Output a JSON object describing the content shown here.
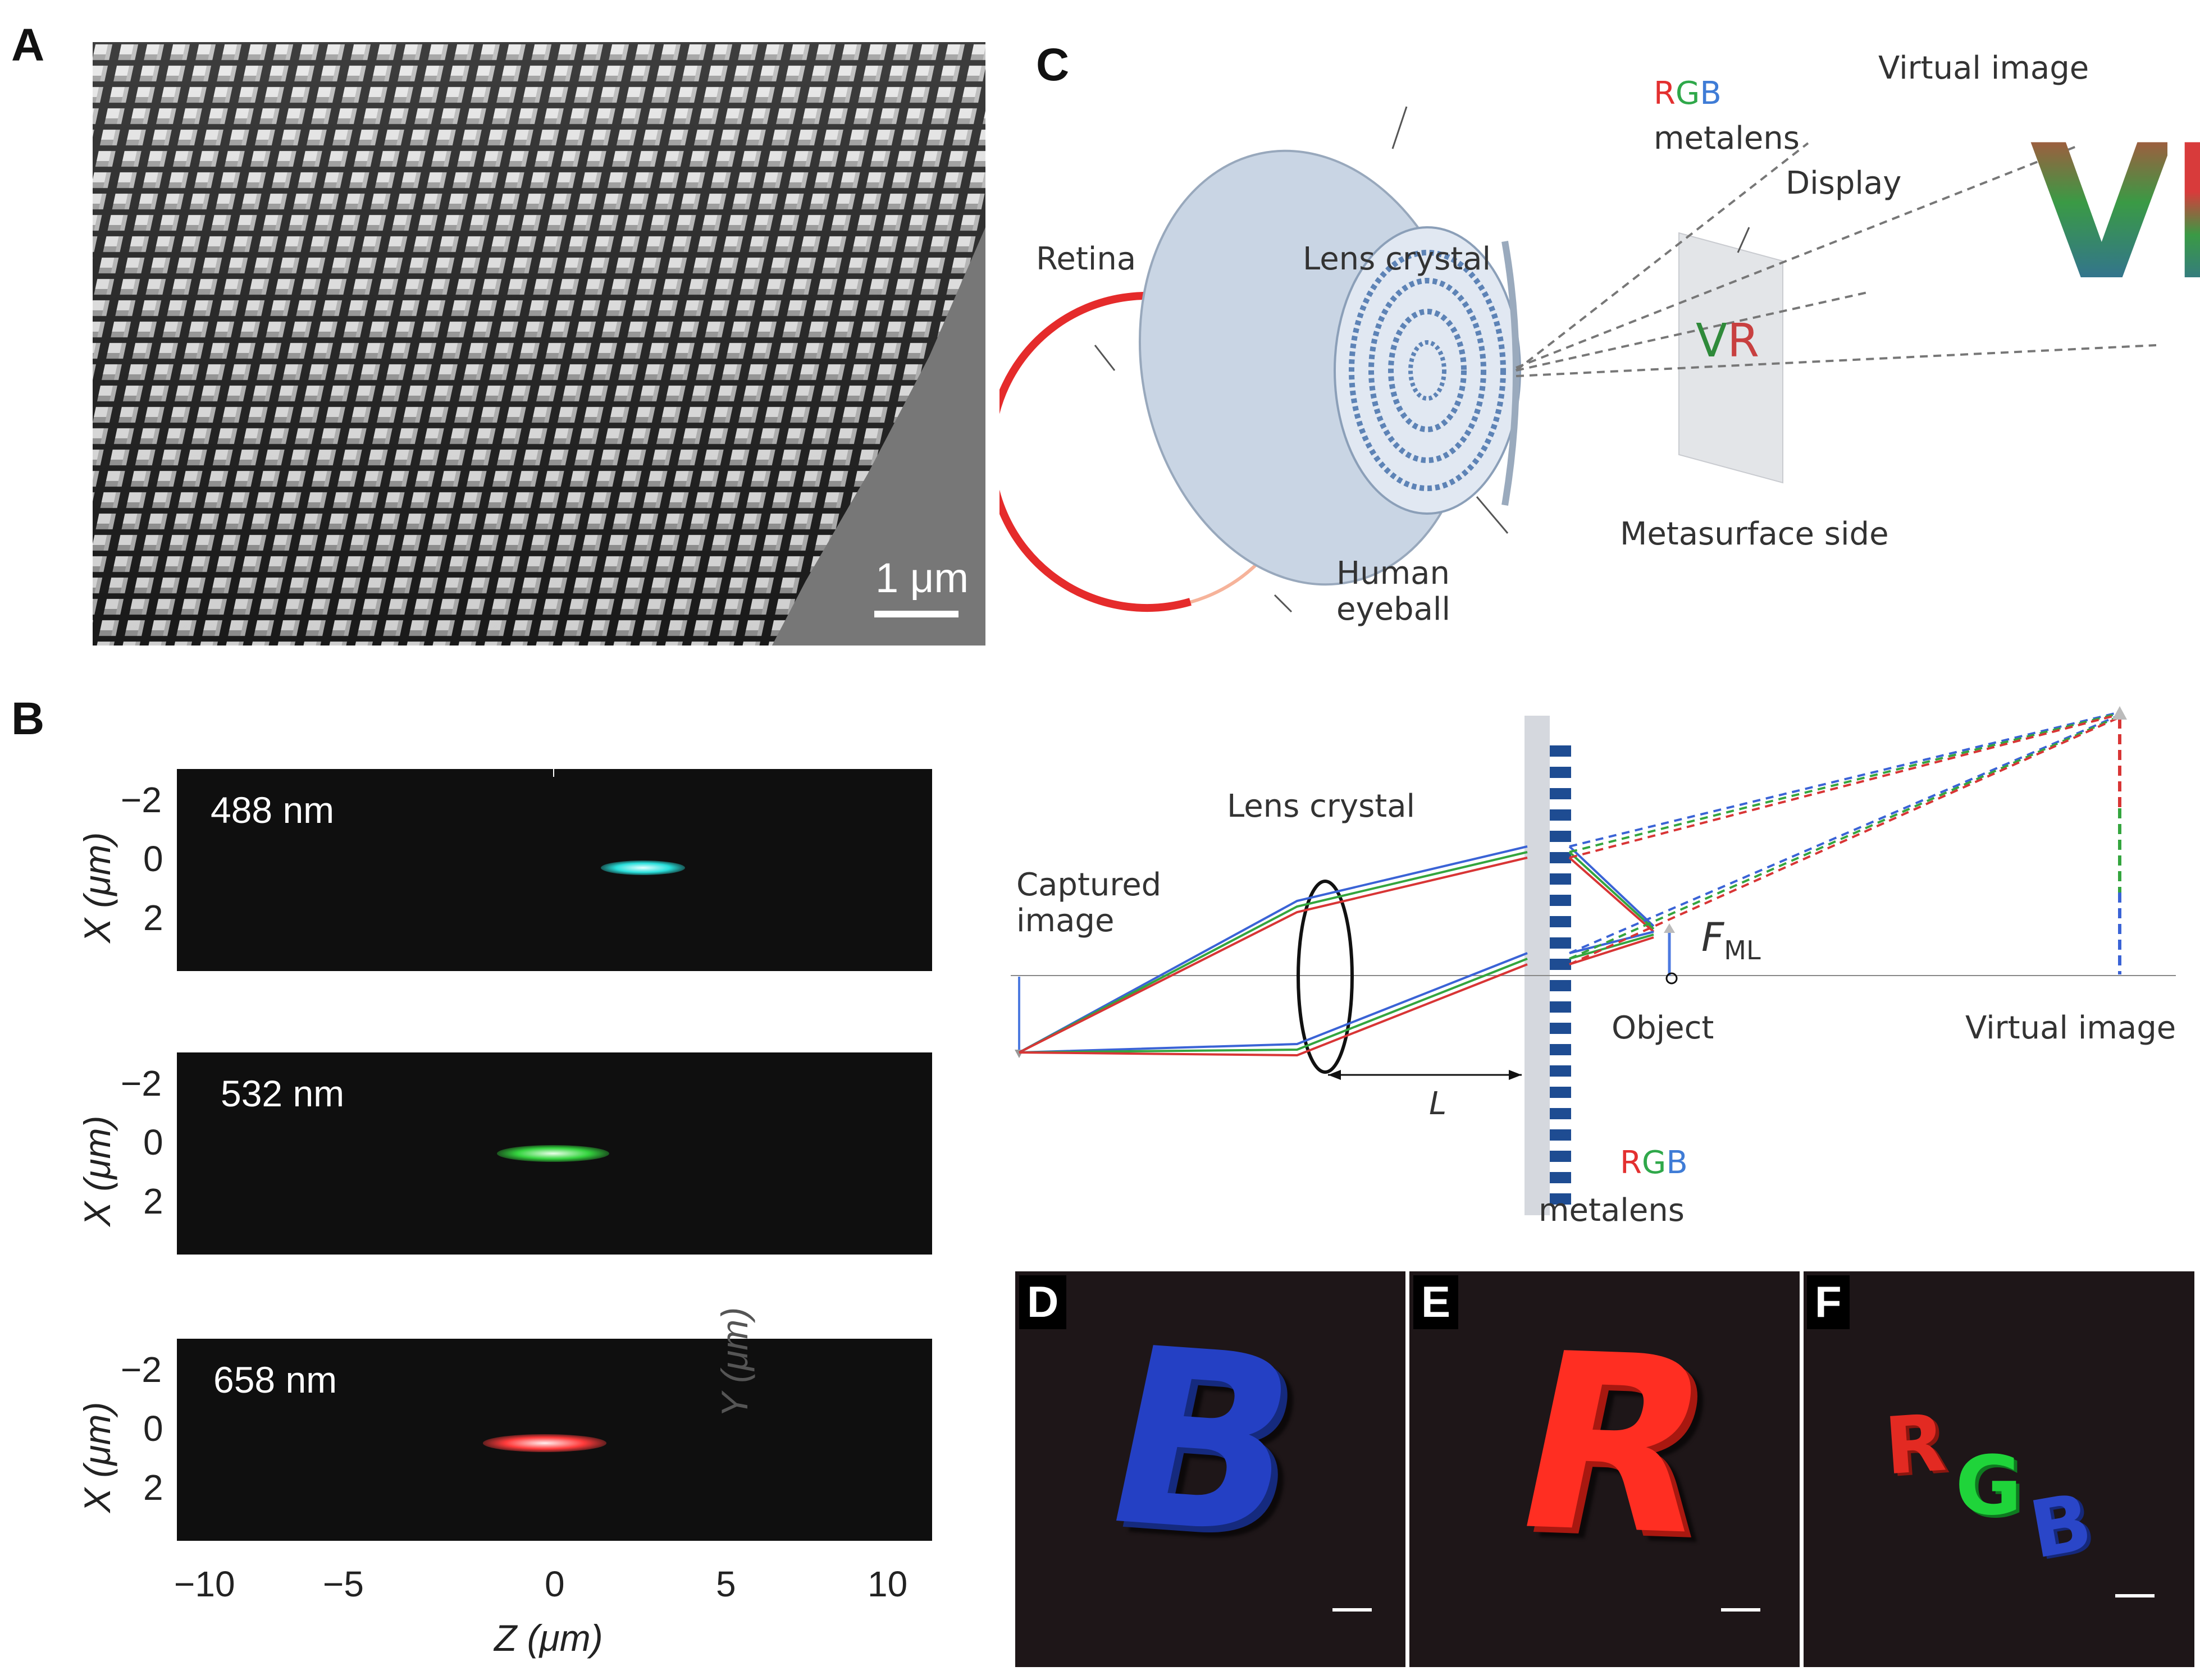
{
  "panels": {
    "A": "A",
    "B": "B",
    "C": "C",
    "D": "D",
    "E": "E",
    "F": "F"
  },
  "panel_a": {
    "scale_bar_label": "1 μm"
  },
  "panel_b": {
    "wavelengths": [
      "488 nm",
      "532 nm",
      "658 nm"
    ],
    "colors": [
      "#21d6d3",
      "#2fd43a",
      "#ff3b3b"
    ],
    "x_ticks": [
      "−10",
      "−5",
      "0",
      "5",
      "10"
    ],
    "y_ticks": [
      "−2",
      "0",
      "2"
    ],
    "x_axis_title": "Z (μm)",
    "y_axis_title": "X (μm)",
    "stray_label": "Y (μm)"
  },
  "panel_c_top": {
    "retina": "Retina",
    "lens_crystal": "Lens crystal",
    "rgb_r": "R",
    "rgb_g": "G",
    "rgb_b": "B",
    "metalens": "metalens",
    "display": "Display",
    "virtual_image": "Virtual image",
    "metasurface_side": "Metasurface side",
    "human_eyeball": "Human\neyeball",
    "vr_text": "VR"
  },
  "panel_c_bottom": {
    "lens_crystal": "Lens crystal",
    "captured_image": "Captured\nimage",
    "f_ml": "F",
    "f_ml_sub": "ML",
    "object": "Object",
    "virtual_image": "Virtual image",
    "l_label": "L",
    "rgb_r": "R",
    "rgb_g": "G",
    "rgb_b": "B",
    "metalens": "metalens"
  },
  "panels_def": {
    "d_letter": "B",
    "e_letter": "R",
    "f_letters": [
      "R",
      "G",
      "B"
    ]
  }
}
